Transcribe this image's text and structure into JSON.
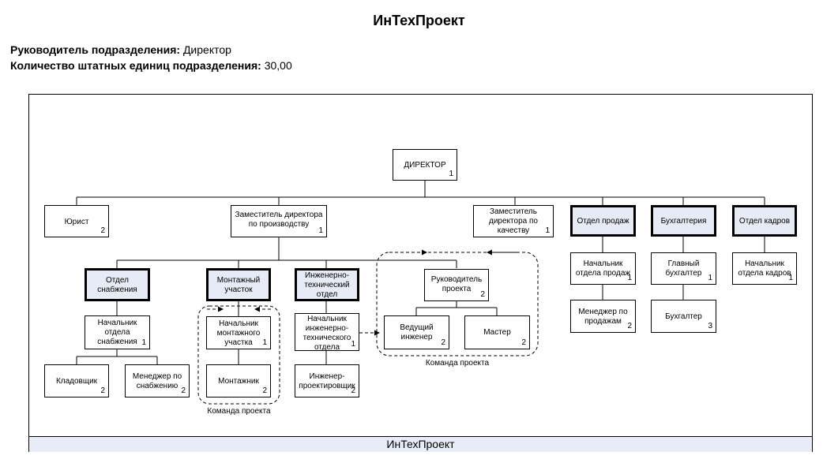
{
  "title": "ИнТехПроект",
  "meta": {
    "head_label": "Руководитель подразделения:",
    "head_value": "Директор",
    "staff_label": "Количество штатных единиц подразделения:",
    "staff_value": "30,00"
  },
  "footer": "ИнТехПроект",
  "nodes": {
    "director": {
      "label": "ДИРЕКТОР",
      "count": "1"
    },
    "lawyer": {
      "label": "Юрист",
      "count": "2"
    },
    "deputy_prod": {
      "label": "Заместитель директора по производству",
      "count": "1"
    },
    "deputy_quality": {
      "label": "Заместитель директора по качеству",
      "count": "1"
    },
    "sales_dept": {
      "label": "Отдел продаж"
    },
    "accounting": {
      "label": "Бухгалтерия"
    },
    "hr_dept": {
      "label": "Отдел кадров"
    },
    "supply_dept": {
      "label": "Отдел снабжения"
    },
    "install_site": {
      "label": "Монтажный участок"
    },
    "eng_dept": {
      "label": "Инженерно-технический отдел"
    },
    "project_lead": {
      "label": "Руководитель проекта",
      "count": "2"
    },
    "sales_head": {
      "label": "Начальник отдела продаж",
      "count": "1"
    },
    "chief_accountant": {
      "label": "Главный бухгалтер",
      "count": "1"
    },
    "hr_head": {
      "label": "Начальник отдела кадров",
      "count": "1"
    },
    "supply_head": {
      "label": "Начальник отдела снабжения",
      "count": "1"
    },
    "install_head": {
      "label": "Начальник монтажного участка",
      "count": "1"
    },
    "eng_head": {
      "label": "Начальник инженерно-технического отдела",
      "count": "1"
    },
    "lead_engineer": {
      "label": "Ведущий инженер",
      "count": "2"
    },
    "master": {
      "label": "Мастер",
      "count": "2"
    },
    "sales_manager": {
      "label": "Менеджер по продажам",
      "count": "2"
    },
    "accountant": {
      "label": "Бухгалтер",
      "count": "3"
    },
    "storekeeper": {
      "label": "Кладовщик",
      "count": "2"
    },
    "supply_manager": {
      "label": "Менеджер по снабжению",
      "count": "2"
    },
    "installer": {
      "label": "Монтажник",
      "count": "2"
    },
    "design_engineer": {
      "label": "Инженер-проектировщик",
      "count": "2"
    }
  },
  "captions": {
    "team_left": "Команда проекта",
    "team_right": "Команда проекта"
  }
}
